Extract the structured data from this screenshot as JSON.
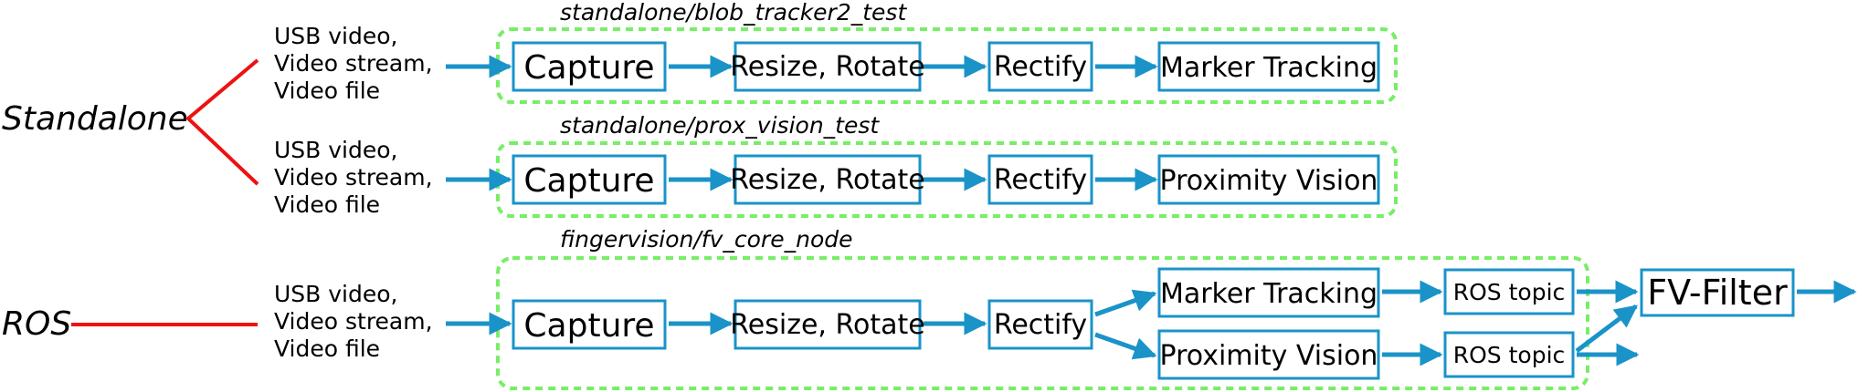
{
  "colors": {
    "box_stroke": "#1a93c8",
    "arrow": "#1a93c8",
    "group_dash": "#77ee66",
    "branch_line": "#ee1111"
  },
  "modes": {
    "standalone": "Standalone",
    "ros": "ROS"
  },
  "sources": {
    "line1": "USB video,",
    "line2": "Video stream,",
    "line3": "Video file"
  },
  "groups": {
    "g1": {
      "title": "standalone/blob_tracker2_test",
      "capture": "Capture",
      "resize": "Resize, Rotate",
      "rectify": "Rectify",
      "end": "Marker Tracking"
    },
    "g2": {
      "title": "standalone/prox_vision_test",
      "capture": "Capture",
      "resize": "Resize, Rotate",
      "rectify": "Rectify",
      "end": "Proximity Vision"
    },
    "g3": {
      "title": "fingervision/fv_core_node",
      "capture": "Capture",
      "resize": "Resize, Rotate",
      "rectify": "Rectify",
      "marker": "Marker Tracking",
      "prox": "Proximity Vision"
    }
  },
  "outputs": {
    "ros_topic_1": "ROS topic",
    "ros_topic_2": "ROS topic",
    "filter": "FV-Filter"
  }
}
